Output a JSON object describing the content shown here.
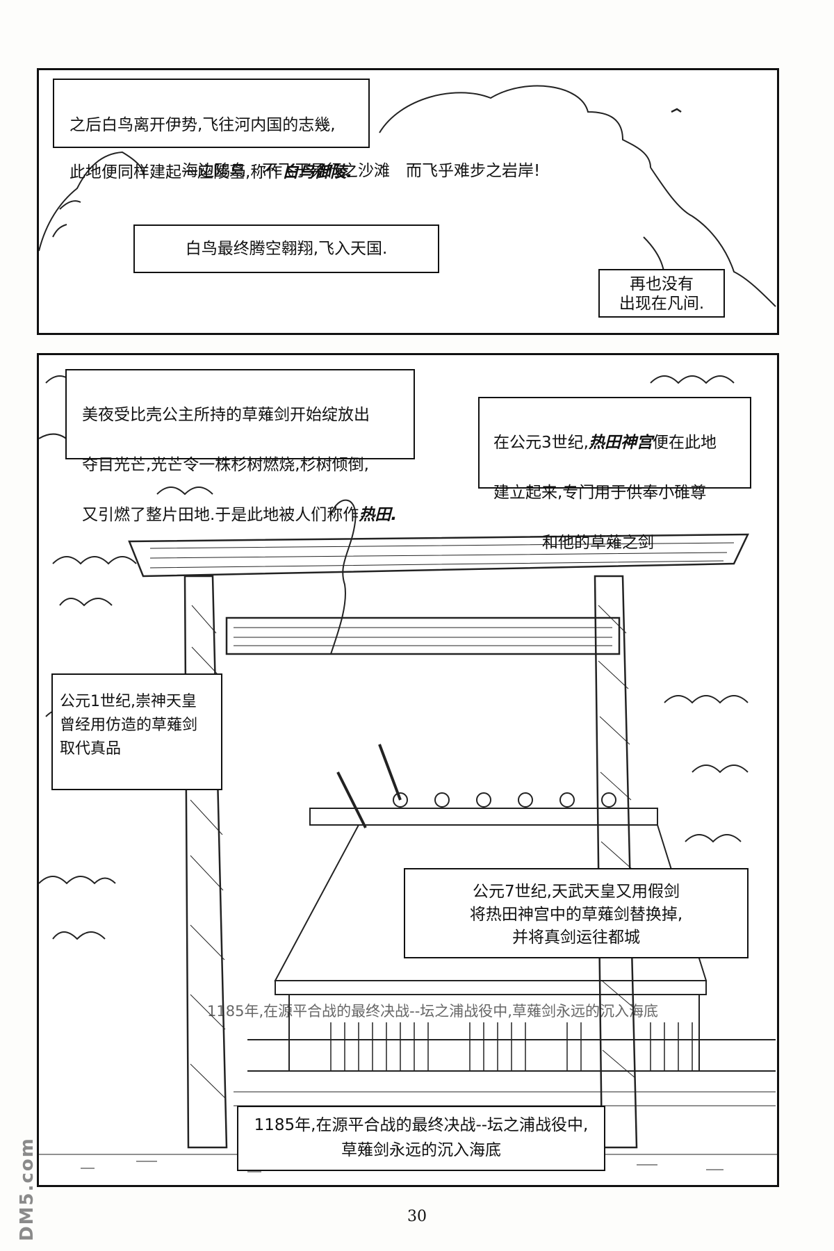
{
  "panel_top": {
    "caption_1": {
      "line_1": "之后白鸟离开伊势,飞往河内国的志幾,",
      "line_2_plain": "此地便同样建起一座陵墓,称作",
      "line_2_emphasis": "白鸟御陵."
    },
    "narration": "海边鸥鸟　不飞于易行之沙滩　而飞乎难步之岩岸!",
    "caption_2": "白鸟最终腾空翱翔,飞入天国.",
    "caption_3": "再也没有\n出现在凡间."
  },
  "panel_bottom": {
    "caption_sword_light": {
      "line_1": "美夜受比壳公主所持的草薙剑开始绽放出",
      "line_2": "夺目光芒,光芒令一株杉树燃烧,杉树倾倒,",
      "line_3_plain": "又引燃了整片田地.于是此地被人们称作",
      "line_3_emphasis": "热田."
    },
    "caption_shrine": {
      "line_1_plain": "在公元3世纪,",
      "line_1_emphasis": "热田神宫",
      "line_1_rest": "便在此地",
      "line_2": "建立起来,专门用于供奉小碓尊",
      "line_3": "和他的草薙之剑"
    },
    "caption_century_1": "公元1世纪,崇神天皇\n曾经用仿造的草薙剑\n取代真品",
    "caption_century_7": "公元7世纪,天武天皇又用假剑\n将热田神宫中的草薙剑替换掉,\n并将真剑运往都城",
    "ghost_caption": "1185年,在源平合战的最终决战--坛之浦战役中,草薙剑永远的沉入海底",
    "caption_1185": "1185年,在源平合战的最终决战--坛之浦战役中,\n草薙剑永远的沉入海底"
  },
  "page_number": "30",
  "watermark": "DM5.com"
}
